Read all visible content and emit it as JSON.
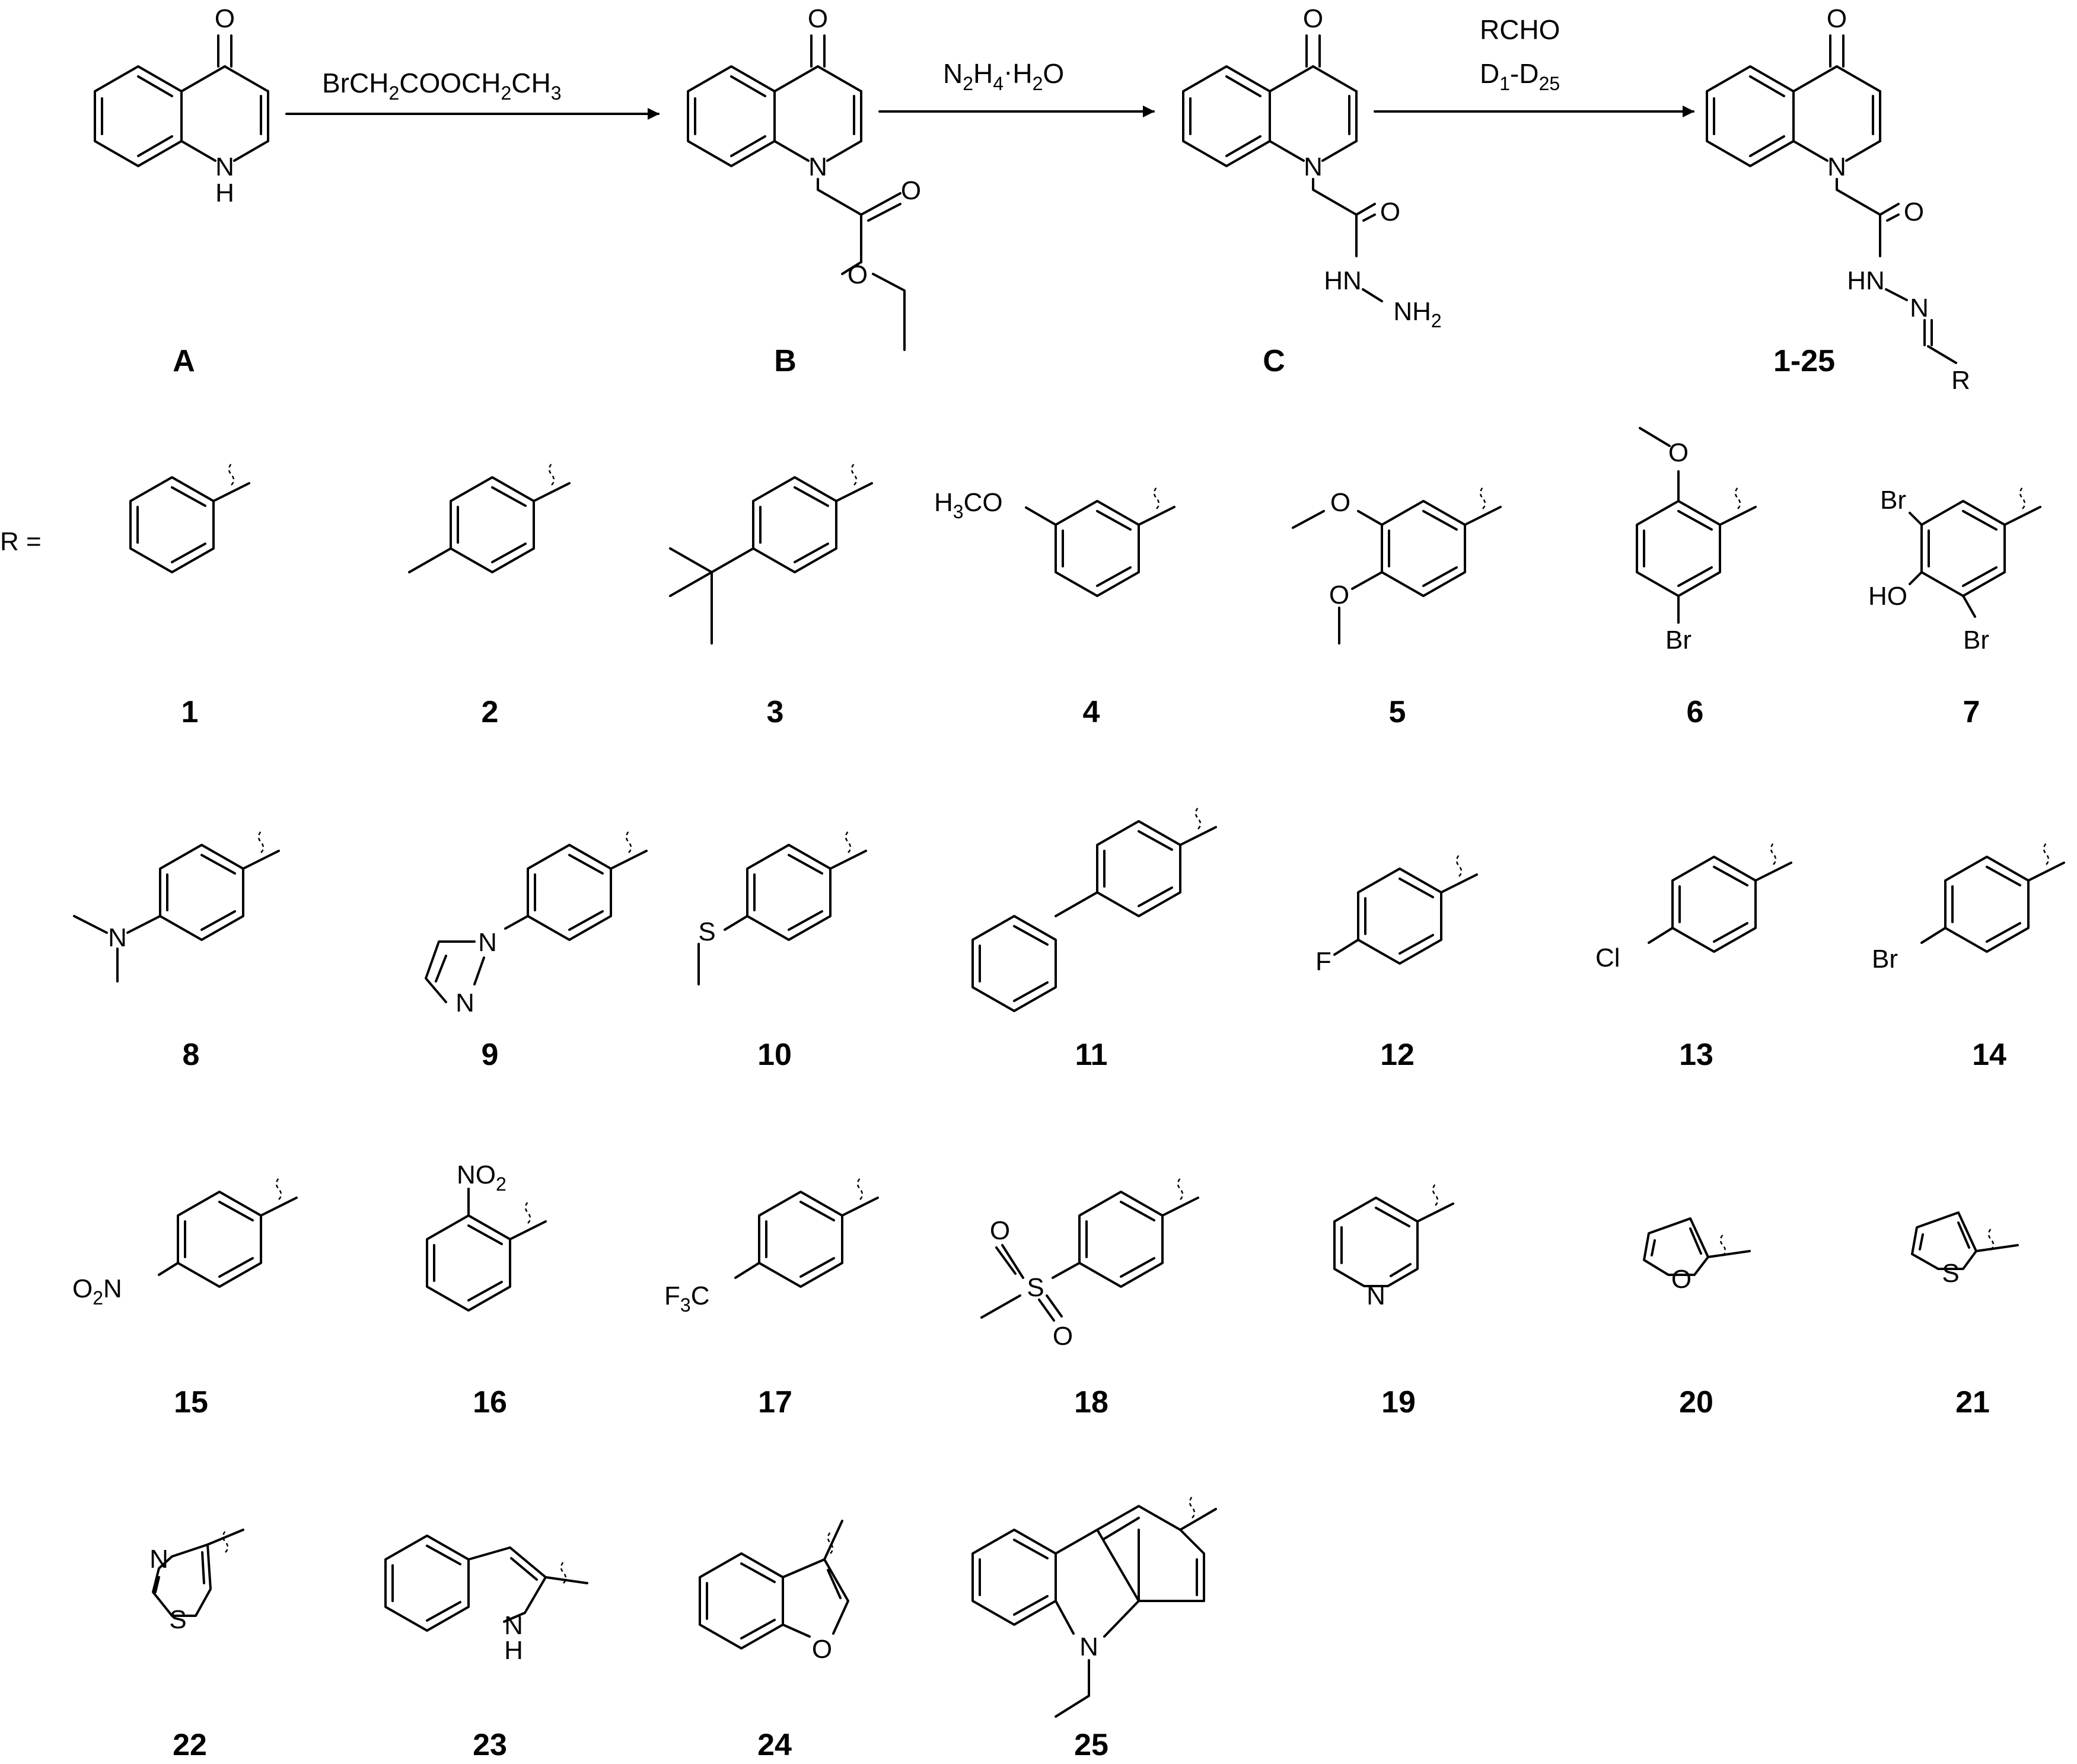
{
  "scheme": {
    "compound_labels": {
      "A": "A",
      "B": "B",
      "C": "C",
      "products": "1-25"
    },
    "step1_reagent": [
      "Br",
      "CH",
      "2",
      "COOCH",
      "2",
      "CH",
      "3"
    ],
    "step2_reagent": [
      "N",
      "2",
      "H",
      "4",
      "·",
      "H",
      "2",
      "O"
    ],
    "step3_reagent_line1": "RCHO",
    "step3_reagent_line2": [
      "D",
      "1",
      "-D",
      "25"
    ],
    "r_prefix": "R ="
  },
  "atoms": {
    "O": "O",
    "N": "N",
    "H": "H",
    "HN": "HN",
    "NH": "NH",
    "S": "S",
    "F": "F",
    "Cl": "Cl",
    "Br": "Br",
    "R": "R",
    "HO": "HO",
    "H3CO_main": "H",
    "H3CO_sub": "3",
    "H3CO_tail": "CO",
    "NH2_main": "NH",
    "NH2_sub": "2",
    "NO2_main": "NO",
    "NO2_sub": "2",
    "O2N_head": "O",
    "O2N_sub": "2",
    "O2N_tail": "N",
    "F3C_head": "F",
    "F3C_sub": "3",
    "F3C_tail": "C"
  },
  "r_groups": [
    "1",
    "2",
    "3",
    "4",
    "5",
    "6",
    "7",
    "8",
    "9",
    "10",
    "11",
    "12",
    "13",
    "14",
    "15",
    "16",
    "17",
    "18",
    "19",
    "20",
    "21",
    "22",
    "23",
    "24",
    "25"
  ]
}
